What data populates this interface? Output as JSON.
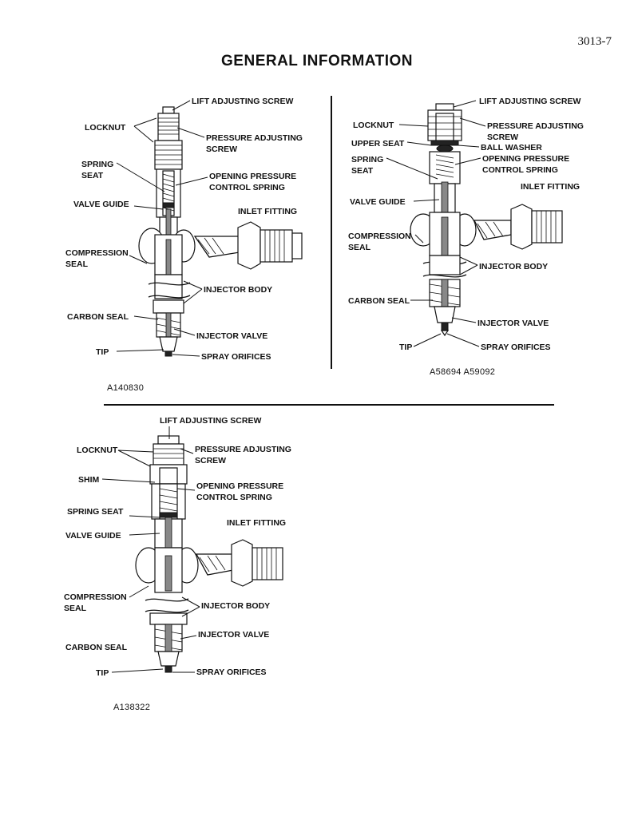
{
  "header": {
    "page_number": "3013-7",
    "title": "GENERAL INFORMATION"
  },
  "diagrams": [
    {
      "id": "A140830",
      "labels": {
        "lift_adjusting_screw": "LIFT ADJUSTING SCREW",
        "locknut": "LOCKNUT",
        "pressure_adjusting_screw_1": "PRESSURE ADJUSTING",
        "pressure_adjusting_screw_2": "SCREW",
        "spring_seat_1": "SPRING",
        "spring_seat_2": "SEAT",
        "opening_pressure_1": "OPENING PRESSURE",
        "opening_pressure_2": "CONTROL SPRING",
        "valve_guide": "VALVE GUIDE",
        "inlet_fitting": "INLET FITTING",
        "compression_seal_1": "COMPRESSION",
        "compression_seal_2": "SEAL",
        "injector_body": "INJECTOR BODY",
        "carbon_seal": "CARBON SEAL",
        "injector_valve": "INJECTOR VALVE",
        "tip": "TIP",
        "spray_orifices": "SPRAY ORIFICES"
      }
    },
    {
      "id": "A58694   A59092",
      "labels": {
        "lift_adjusting_screw": "LIFT ADJUSTING SCREW",
        "locknut": "LOCKNUT",
        "pressure_adjusting_screw_1": "PRESSURE ADJUSTING",
        "pressure_adjusting_screw_2": "SCREW",
        "upper_seat": "UPPER SEAT",
        "ball_washer": "BALL WASHER",
        "spring_seat_1": "SPRING",
        "spring_seat_2": "SEAT",
        "opening_pressure_1": "OPENING PRESSURE",
        "opening_pressure_2": "CONTROL SPRING",
        "inlet_fitting": "INLET FITTING",
        "valve_guide": "VALVE GUIDE",
        "compression_seal_1": "COMPRESSION",
        "compression_seal_2": "SEAL",
        "injector_body": "INJECTOR BODY",
        "carbon_seal": "CARBON SEAL",
        "injector_valve": "INJECTOR VALVE",
        "tip": "TIP",
        "spray_orifices": "SPRAY ORIFICES"
      }
    },
    {
      "id": "A138322",
      "labels": {
        "lift_adjusting_screw": "LIFT   ADJUSTING SCREW",
        "locknut": "LOCKNUT",
        "pressure_adjusting_screw_1": "PRESSURE ADJUSTING",
        "pressure_adjusting_screw_2": "SCREW",
        "shim": "SHIM",
        "opening_pressure_1": "OPENING PRESSURE",
        "opening_pressure_2": "CONTROL SPRING",
        "spring_seat": "SPRING SEAT",
        "valve_guide": "VALVE GUIDE",
        "inlet_fitting": "INLET FITTING",
        "compression_seal_1": "COMPRESSION",
        "compression_seal_2": "SEAL",
        "injector_body": "INJECTOR BODY",
        "injector_valve": "INJECTOR VALVE",
        "carbon_seal": "CARBON   SEAL",
        "tip": "TIP",
        "spray_orifices": "SPRAY ORIFICES"
      }
    }
  ]
}
